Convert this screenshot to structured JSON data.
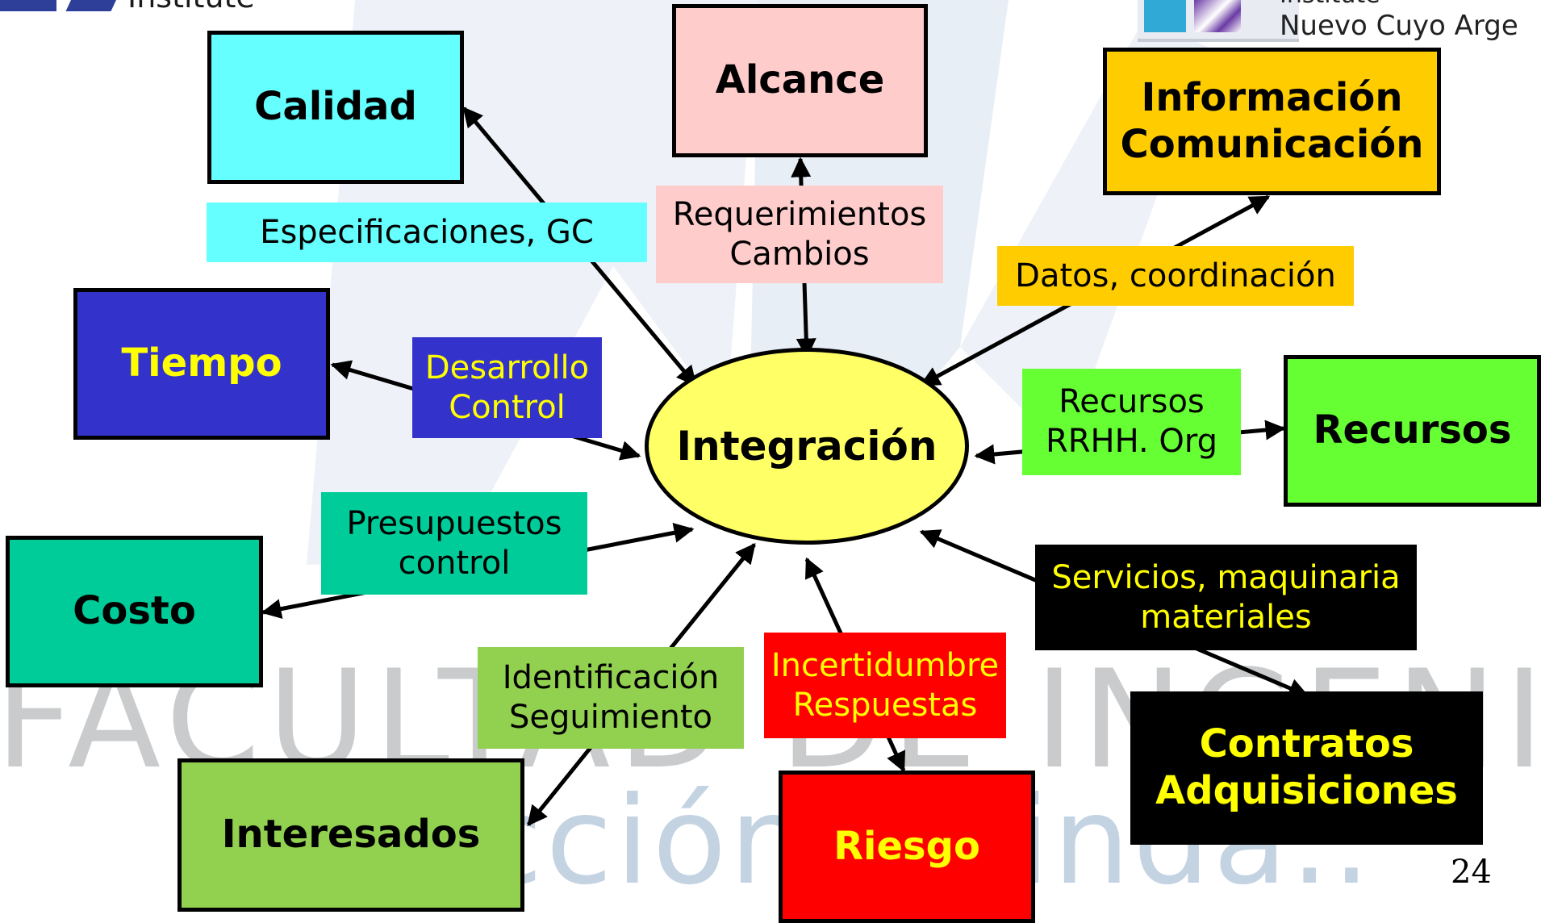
{
  "colors": {
    "calidad": "#66ffff",
    "alcance": "#ffcccc",
    "informacion": "#ffcc00",
    "tiempo": "#3333cc",
    "recursos": "#66ff33",
    "costo": "#00cc99",
    "interesados": "#92d050",
    "riesgo": "#ff0000",
    "contratos": "#000000",
    "integracion": "#ffff66",
    "highlight_text": "#ffff00",
    "watermark": "#c9cbcd"
  },
  "header": {
    "logo_left_text": "Institute",
    "logo_right_line1": "Institute",
    "logo_right_line2": "Nuevo Cuyo Arge"
  },
  "watermark": {
    "line1": "FACULTAD DE INGENIERIA",
    "line2": "cción latinda.."
  },
  "center": {
    "label": "Integración"
  },
  "areas": {
    "calidad": {
      "label": "Calidad",
      "link": "Especificaciones, GC"
    },
    "alcance": {
      "label": "Alcance",
      "link_lines": [
        "Requerimientos",
        "Cambios"
      ]
    },
    "informacion": {
      "label_lines": [
        "Información",
        "Comunicación"
      ],
      "link": "Datos, coordinación"
    },
    "tiempo": {
      "label": "Tiempo",
      "link_lines": [
        "Desarrollo",
        "Control"
      ]
    },
    "recursos": {
      "label": "Recursos",
      "link_lines": [
        "Recursos",
        "RRHH. Org"
      ]
    },
    "costo": {
      "label": "Costo",
      "link_lines": [
        "Presupuestos",
        "control"
      ]
    },
    "interesados": {
      "label": "Interesados",
      "link_lines": [
        "Identificación",
        "Seguimiento"
      ]
    },
    "riesgo": {
      "label": "Riesgo",
      "link_lines": [
        "Incertidumbre",
        "Respuestas"
      ]
    },
    "contratos": {
      "label_lines": [
        "Contratos",
        "Adquisiciones"
      ],
      "link_lines": [
        "Servicios, maquinaria",
        "materiales"
      ]
    }
  },
  "page_number": "24"
}
